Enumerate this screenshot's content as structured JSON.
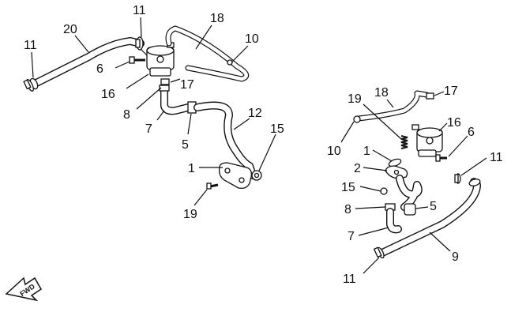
{
  "left_assembly": {
    "callouts": [
      {
        "id": "L20",
        "text": "20"
      },
      {
        "id": "L11a",
        "text": "11"
      },
      {
        "id": "L18",
        "text": "18"
      },
      {
        "id": "L10",
        "text": "10"
      },
      {
        "id": "L11b",
        "text": "11"
      },
      {
        "id": "L6",
        "text": "6"
      },
      {
        "id": "L16",
        "text": "16"
      },
      {
        "id": "L17",
        "text": "17"
      },
      {
        "id": "L8",
        "text": "8"
      },
      {
        "id": "L12",
        "text": "12"
      },
      {
        "id": "L7",
        "text": "7"
      },
      {
        "id": "L5",
        "text": "5"
      },
      {
        "id": "L15",
        "text": "15"
      },
      {
        "id": "L1",
        "text": "1"
      },
      {
        "id": "L19",
        "text": "19"
      }
    ]
  },
  "right_assembly": {
    "callouts": [
      {
        "id": "R19",
        "text": "19"
      },
      {
        "id": "R18",
        "text": "18"
      },
      {
        "id": "R17",
        "text": "17"
      },
      {
        "id": "R16",
        "text": "16"
      },
      {
        "id": "R10",
        "text": "10"
      },
      {
        "id": "R1",
        "text": "1"
      },
      {
        "id": "R6",
        "text": "6"
      },
      {
        "id": "R11a",
        "text": "11"
      },
      {
        "id": "R2",
        "text": "2"
      },
      {
        "id": "R15",
        "text": "15"
      },
      {
        "id": "R8",
        "text": "8"
      },
      {
        "id": "R5",
        "text": "5"
      },
      {
        "id": "R7",
        "text": "7"
      },
      {
        "id": "R9",
        "text": "9"
      },
      {
        "id": "R11b",
        "text": "11"
      }
    ]
  },
  "fwd_arrow": {
    "text": "FWD",
    "icon": "forward-direction-arrow-icon"
  }
}
